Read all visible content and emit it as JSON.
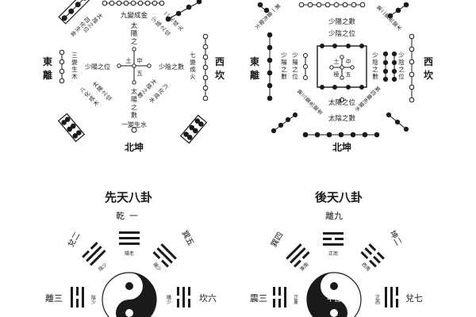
{
  "upper_left": {
    "north_a": "九變成金",
    "center_column": [
      "太",
      "陽",
      "之",
      "數"
    ],
    "core_top": "中",
    "core_bottom": "五",
    "core_left": "土",
    "core_right": "",
    "west_column": [
      "七",
      "變",
      "成",
      "火"
    ],
    "east_column": [
      "三",
      "變",
      "生",
      "木"
    ],
    "sun_lesser": "少陽之位",
    "sun_greater": "少陰之數",
    "diag_tl": [
      "四",
      "化",
      "生",
      "金"
    ],
    "diag_tl2": [
      "太",
      "陰",
      "之",
      "位"
    ],
    "diag_tr": [
      "二",
      "化",
      "成",
      "火"
    ],
    "diag_tr2": [
      "少",
      "陰",
      "之",
      "位"
    ],
    "diag_bl": [
      "太",
      "陽",
      "之",
      "位"
    ],
    "diag_bl2": [
      "八",
      "化",
      "成",
      "木"
    ],
    "diag_br": [
      "太",
      "陰",
      "之",
      "數"
    ],
    "diag_br2": [
      "六",
      "化",
      "成",
      "水"
    ],
    "south_center": [
      "太",
      "陽",
      "之",
      "數"
    ],
    "south_b": "一變生水",
    "east_label_1": "東",
    "east_label_2": "離",
    "west_label_1": "西",
    "west_label_2": "坎",
    "south_label": "北坤"
  },
  "upper_right": {
    "north_a": "少陽之數",
    "sub_north": "少陰之位",
    "core_top": "中",
    "core_left": "土",
    "core_middle": "五",
    "core_bottom": "極",
    "left_column": [
      "少",
      "陽",
      "之",
      "數"
    ],
    "left_column2": [
      "少",
      "陽",
      "之",
      "位"
    ],
    "right_column": [
      "少",
      "陰",
      "之",
      "數"
    ],
    "right_column2": [
      "少",
      "陰",
      "之",
      "位"
    ],
    "sub_south": "太陽之位",
    "south_a": "太陰之數",
    "diag_tl": [
      "第",
      "一",
      "靈",
      "先",
      "變",
      "火"
    ],
    "diag_tr": [
      "第",
      "二",
      "靈",
      "先",
      "變",
      "木"
    ],
    "diag_bl": [
      "第",
      "三",
      "靈",
      "先",
      "變",
      "金"
    ],
    "diag_br": [
      "第",
      "四",
      "靈",
      "先",
      "變",
      "水"
    ],
    "east_label_1": "東",
    "east_label_2": "離",
    "west_label_1": "西",
    "west_label_2": "坎",
    "south_label": "北坤"
  },
  "lower_left": {
    "title": "先天八卦",
    "top_name": "乾一",
    "top_small": "陽老",
    "tl_name": "兌二",
    "tl_small": "陰少",
    "tr_name": "巽五",
    "tr_small": "陽少",
    "left_name": "離三",
    "left_small": "陰少",
    "right_name": "坎六",
    "right_small": "陽少"
  },
  "lower_right": {
    "title": "後天八卦",
    "top_name": "離九",
    "top_small": "正南",
    "tl_name": "巽四",
    "tl_small": "東南",
    "tr_name": "坤二",
    "tr_small": "西南",
    "left_name": "震三",
    "left_small": "正東",
    "right_name": "兌七",
    "right_small": "正西",
    "center_text": "中宮"
  },
  "colors": {
    "ink": "#1a1a1a",
    "dot_filled": "#1a1a1a",
    "dot_open": "#ffffff"
  }
}
